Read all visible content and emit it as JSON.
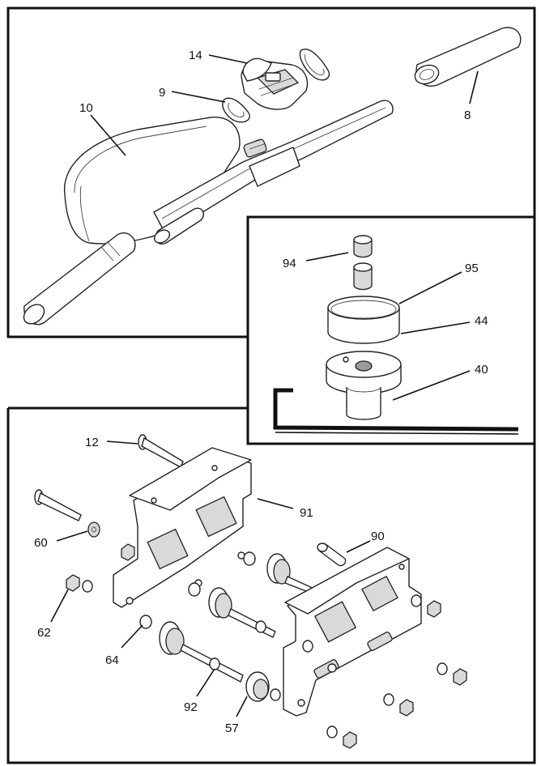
{
  "callouts": {
    "c14": "14",
    "c9": "9",
    "c10": "10",
    "c8": "8",
    "c94": "94",
    "c95": "95",
    "c44": "44",
    "c40": "40",
    "c12": "12",
    "c91": "91",
    "c60": "60",
    "c90": "90",
    "c62": "62",
    "c64": "64",
    "c92": "92",
    "c57": "57"
  }
}
